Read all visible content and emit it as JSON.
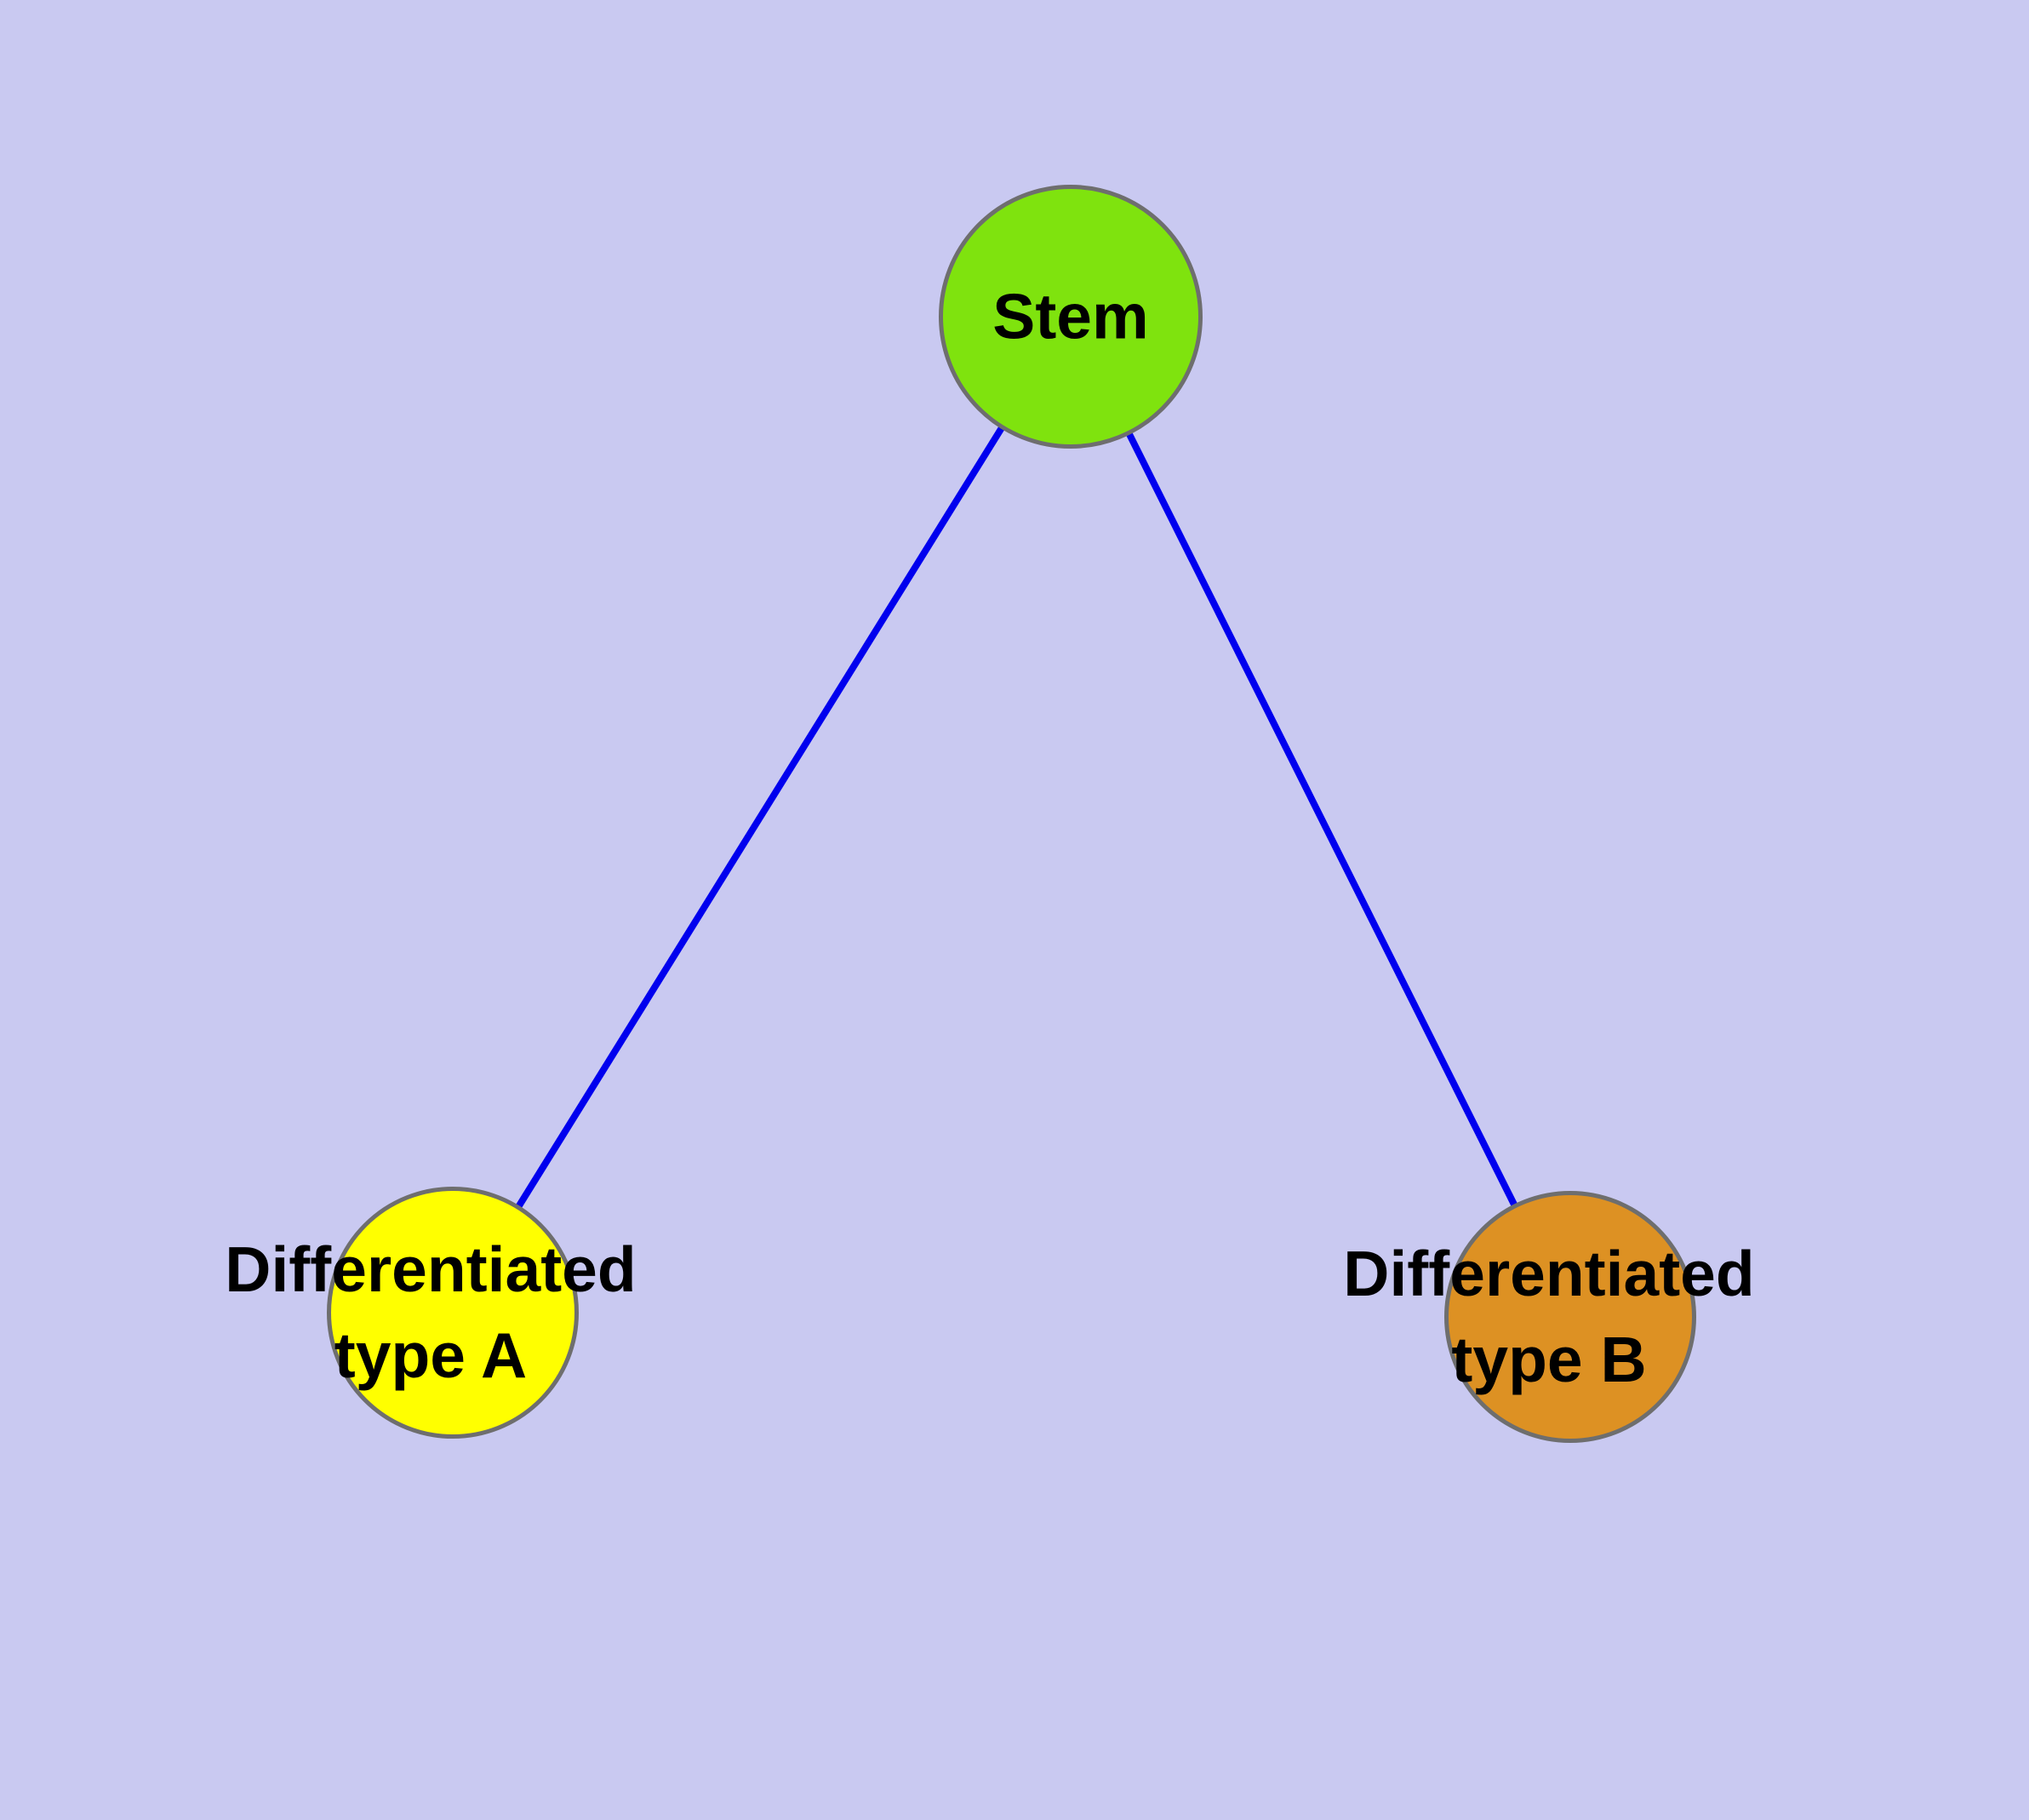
{
  "diagram": {
    "background_color": "#c9c9f1",
    "edge_color": "#0000ee",
    "node_border_color": "#6e6e6e",
    "nodes": {
      "stem": {
        "label": "Stem",
        "fill": "#7fe30e"
      },
      "type_a": {
        "label": "Differentiated\ntype A",
        "fill": "#ffff00"
      },
      "type_b": {
        "label": "Differentiated\ntype B",
        "fill": "#dd9123"
      }
    },
    "edges": [
      {
        "from": "Stem",
        "to": "Differentiated type A"
      },
      {
        "from": "Stem",
        "to": "Differentiated type B"
      }
    ]
  }
}
